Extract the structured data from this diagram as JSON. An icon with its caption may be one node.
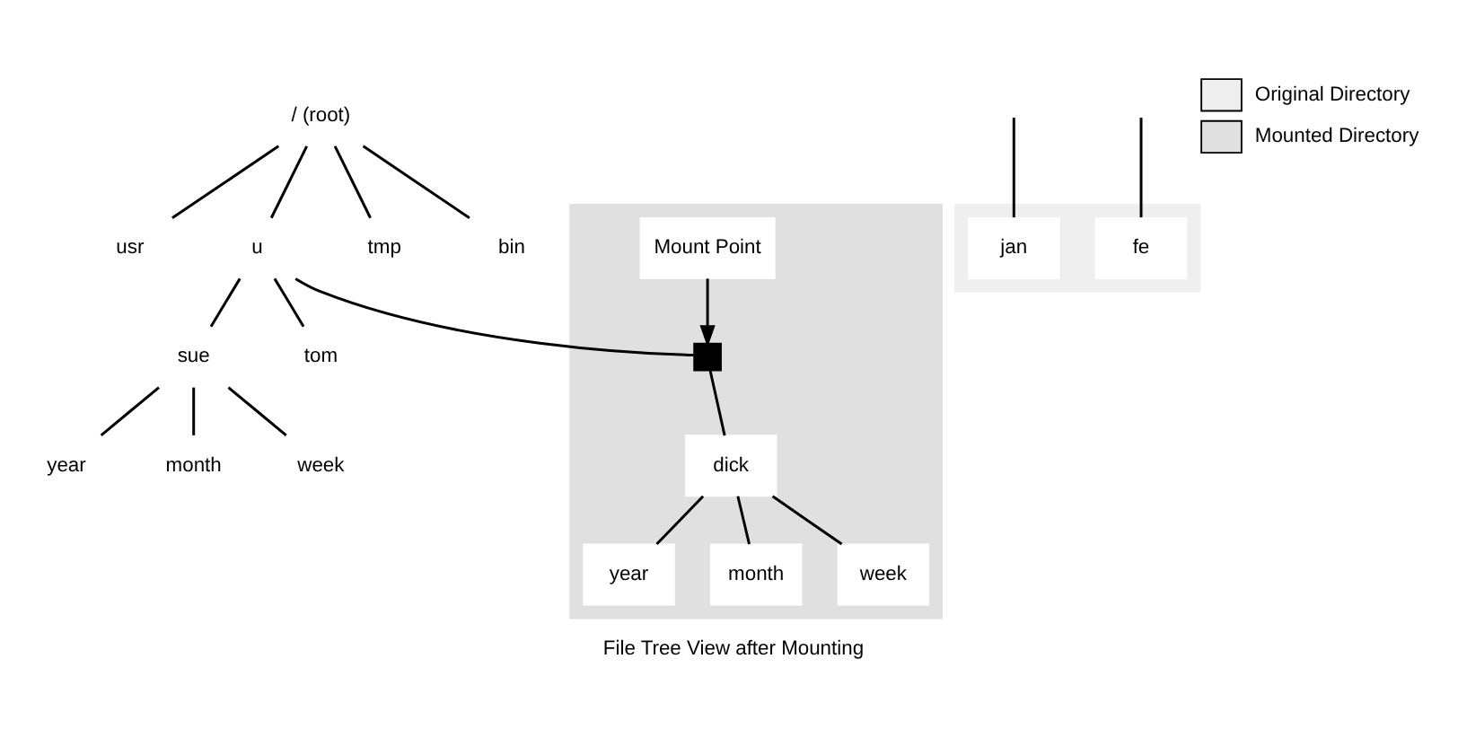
{
  "diagram": {
    "caption": "File Tree View after Mounting",
    "nodes": [
      {
        "text": [
          "/ (root)"
        ]
      },
      {
        "text": [
          "usr"
        ]
      },
      {
        "text": [
          "u"
        ]
      },
      {
        "text": [
          "tmp"
        ]
      },
      {
        "text": [
          "bin"
        ]
      },
      {
        "text": [
          "sue"
        ]
      },
      {
        "text": [
          "tom"
        ]
      },
      {
        "text": [
          "year"
        ]
      },
      {
        "text": [
          "month"
        ]
      },
      {
        "text": [
          "week"
        ]
      },
      {
        "text": [],
        "shape": "box"
      },
      {
        "text": [
          "jan"
        ],
        "in": 10
      },
      {
        "text": [
          "fe"
        ],
        "in": 10
      },
      {
        "text": [],
        "shape": "box"
      },
      {
        "text": [],
        "shape": "box",
        "in": 13
      },
      {
        "text": [
          "Mount Point"
        ],
        "in": 13
      },
      {
        "text": [
          "dick"
        ],
        "in": 13
      },
      {
        "text": [
          "year"
        ],
        "in": 13
      },
      {
        "text": [
          "month"
        ],
        "in": 13
      },
      {
        "text": [
          "week"
        ],
        "in": 13
      }
    ],
    "edges": [
      {
        "from": 0,
        "to": 1,
        "arrow": "none"
      },
      {
        "from": 0,
        "to": 2,
        "arrow": "none"
      },
      {
        "from": 0,
        "to": 3,
        "arrow": "none"
      },
      {
        "from": 0,
        "to": 4,
        "arrow": "none"
      },
      {
        "from": 2,
        "to": 5,
        "arrow": "none"
      },
      {
        "from": 2,
        "to": 6,
        "arrow": "none"
      },
      {
        "from": 2,
        "to": 14,
        "arrow": "none"
      },
      {
        "from": 5,
        "to": 7,
        "arrow": "none"
      },
      {
        "from": 5,
        "to": 8,
        "arrow": "none"
      },
      {
        "from": 5,
        "to": 9,
        "arrow": "none"
      },
      {
        "from": null,
        "to": 11,
        "arrow": "none"
      },
      {
        "from": null,
        "to": 12,
        "arrow": "none"
      },
      {
        "from": 15,
        "to": 14,
        "arrow": "to"
      },
      {
        "from": 14,
        "to": 16,
        "arrow": "none"
      },
      {
        "from": 16,
        "to": 17,
        "arrow": "none"
      },
      {
        "from": 16,
        "to": 18,
        "arrow": "none"
      },
      {
        "from": 16,
        "to": 19,
        "arrow": "none"
      }
    ],
    "legend": [
      {
        "text": "Original Directory",
        "color": "#efefef"
      },
      {
        "text": "Mounted Directory",
        "color": "#e0e0e0"
      }
    ]
  }
}
